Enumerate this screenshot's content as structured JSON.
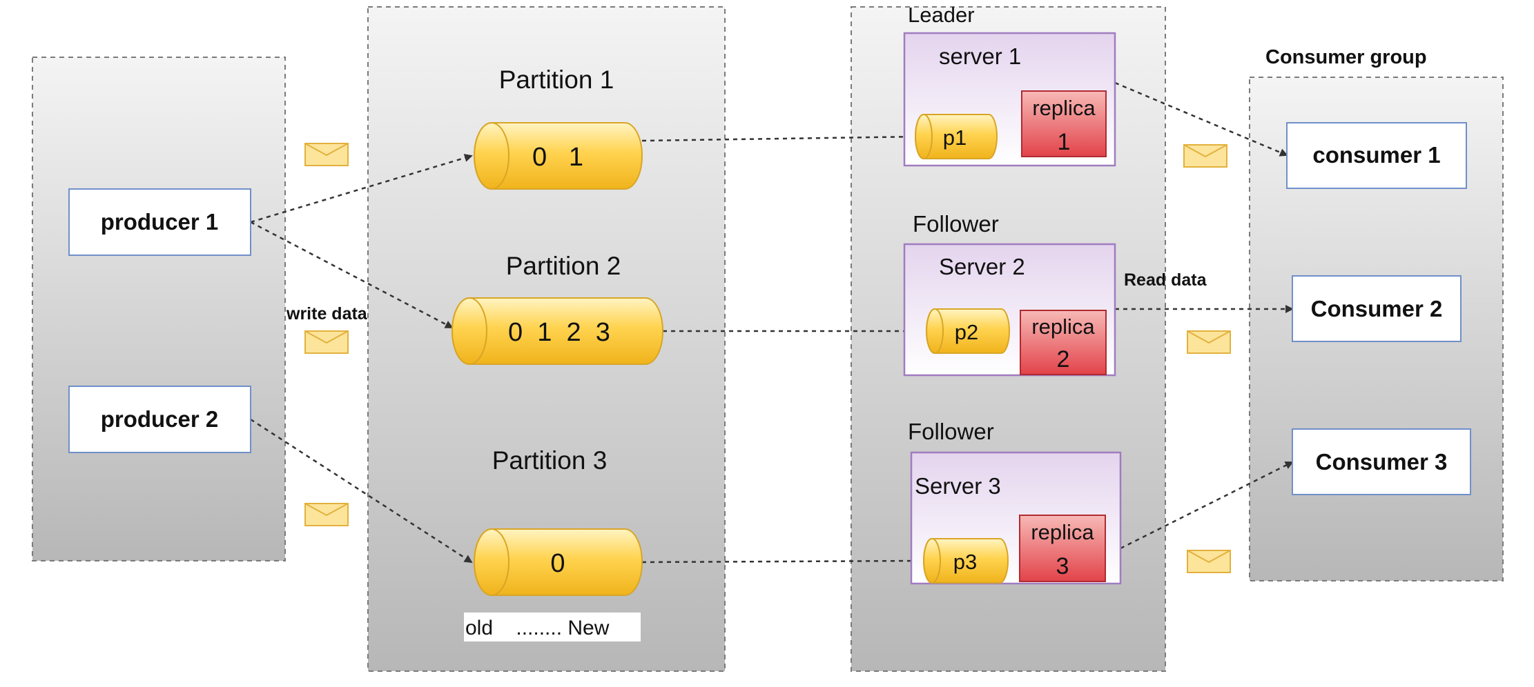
{
  "producers": {
    "items": [
      {
        "label": "producer 1"
      },
      {
        "label": "producer 2"
      }
    ]
  },
  "write_label": "write data",
  "partitions": {
    "items": [
      {
        "title": "Partition 1",
        "content": "0   1"
      },
      {
        "title": "Partition 2",
        "content": "0  1  2  3"
      },
      {
        "title": "Partition 3",
        "content": "0"
      }
    ],
    "order_label": "old    ........ New"
  },
  "brokers": {
    "items": [
      {
        "role": "Leader",
        "server": "server 1",
        "partition": "p1",
        "replica_word": "replica",
        "replica_num": "1"
      },
      {
        "role": "Follower",
        "server": "Server 2",
        "partition": "p2",
        "replica_word": "replica",
        "replica_num": "2"
      },
      {
        "role": "Follower",
        "server": "Server 3",
        "partition": "p3",
        "replica_word": "replica",
        "replica_num": "3"
      }
    ]
  },
  "read_label": "Read data",
  "consumer_group": {
    "title": "Consumer group",
    "items": [
      {
        "label": "consumer 1"
      },
      {
        "label": "Consumer 2"
      },
      {
        "label": "Consumer 3"
      }
    ]
  },
  "icons": {
    "message": "envelope-icon"
  },
  "colors": {
    "cylinder": "#ffd34f",
    "replica": "#e8484c",
    "server_fill": "#e9dcf1",
    "server_border": "#a07cc0",
    "box_border": "#6f8fc9"
  }
}
